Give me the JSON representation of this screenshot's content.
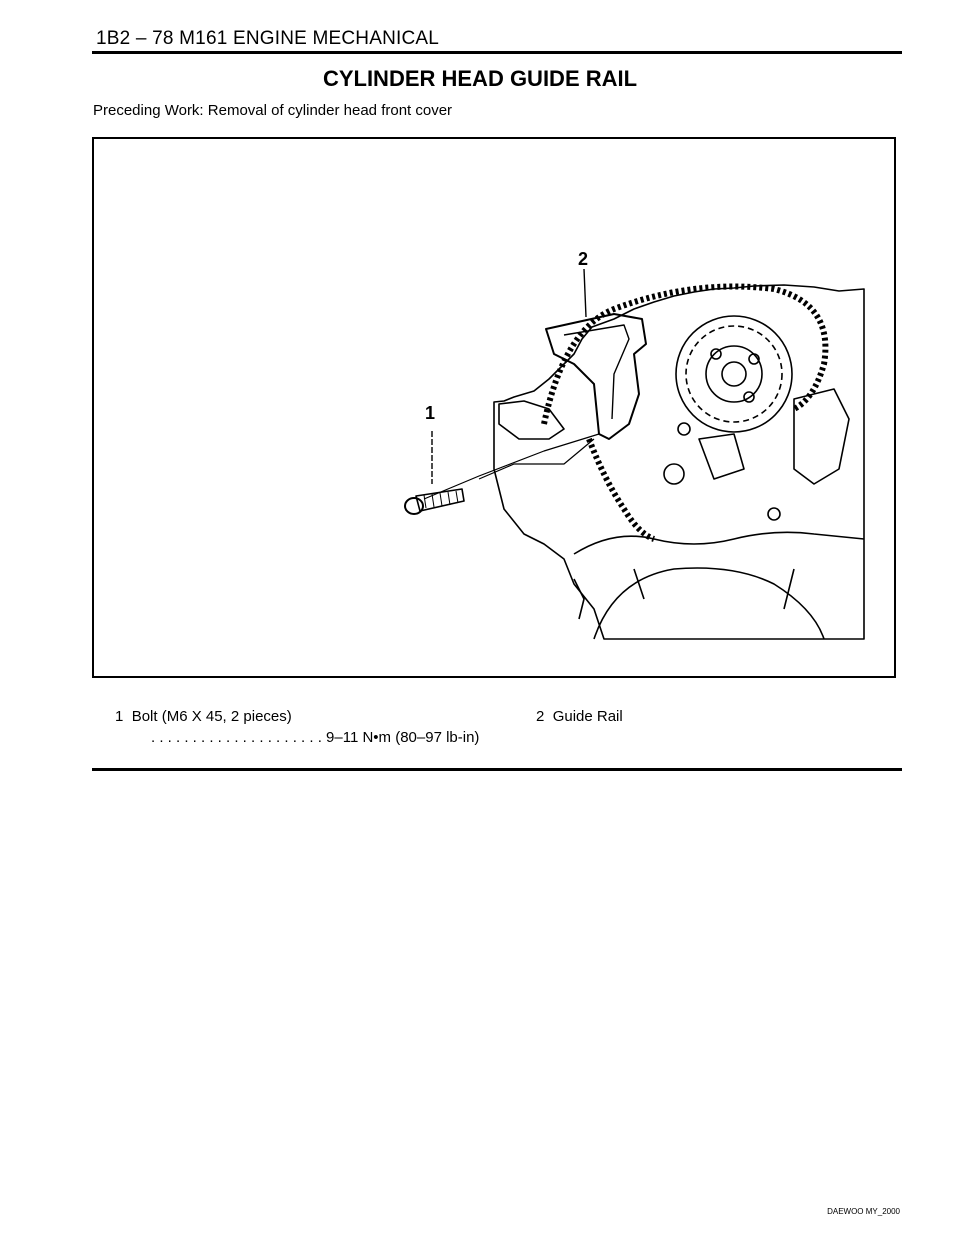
{
  "header": {
    "section": "1B2 – 78  M161 ENGINE MECHANICAL"
  },
  "title": "CYLINDER HEAD GUIDE RAIL",
  "preceding_work": "Preceding Work: Removal of cylinder head front cover",
  "figure": {
    "callouts": [
      "2",
      "1"
    ]
  },
  "legend": [
    {
      "number": "1",
      "text": "Bolt (M6 X 45, 2 pieces)",
      "torque": ". . . . . . . . . . . . . . . . . . . . .  9–11 N•m (80–97 lb-in)"
    },
    {
      "number": "2",
      "text": "Guide Rail"
    }
  ],
  "footer": {
    "code": "DAEWOO MY_2000"
  }
}
